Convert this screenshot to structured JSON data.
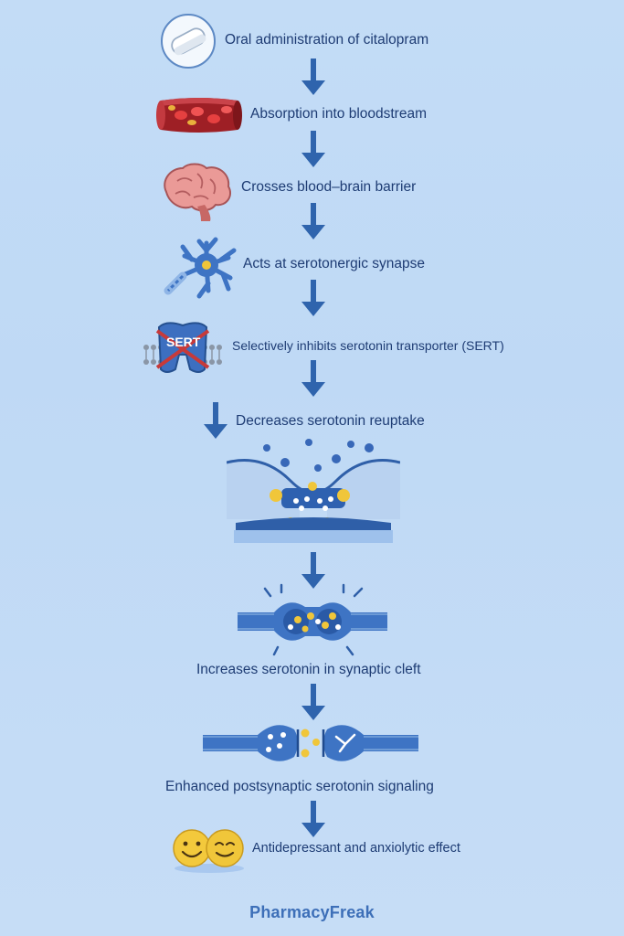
{
  "steps": [
    {
      "label": "Oral administration of citalopram",
      "icon": "pill-icon"
    },
    {
      "label": "Absorption into bloodstream",
      "icon": "blood-vessel-icon"
    },
    {
      "label": "Crosses blood–brain barrier",
      "icon": "brain-icon"
    },
    {
      "label": "Acts at serotonergic synapse",
      "icon": "neuron-icon"
    },
    {
      "label": "Selectively inhibits serotonin transporter (SERT)",
      "icon": "sert-transporter-icon",
      "icon_text": "SERT"
    },
    {
      "label": "Decreases serotonin reuptake",
      "icon": "synapse-reuptake-icon"
    },
    {
      "label": "Increases serotonin in synaptic cleft",
      "icon": "synaptic-cleft-icon"
    },
    {
      "label": "Enhanced postsynaptic serotonin signaling",
      "icon": "postsynaptic-signal-icon"
    },
    {
      "label": "Antidepressant and anxiolytic effect",
      "icon": "smiley-faces-icon"
    }
  ],
  "brand": "PharmacyFreak",
  "colors": {
    "background": "#c3dcf6",
    "arrow": "#2f64ad",
    "text": "#1e3c74",
    "neuron": "#3e74c4",
    "serotonin": "#f0c63a",
    "blood": "#b12a2a",
    "brain": "#e8928f"
  }
}
